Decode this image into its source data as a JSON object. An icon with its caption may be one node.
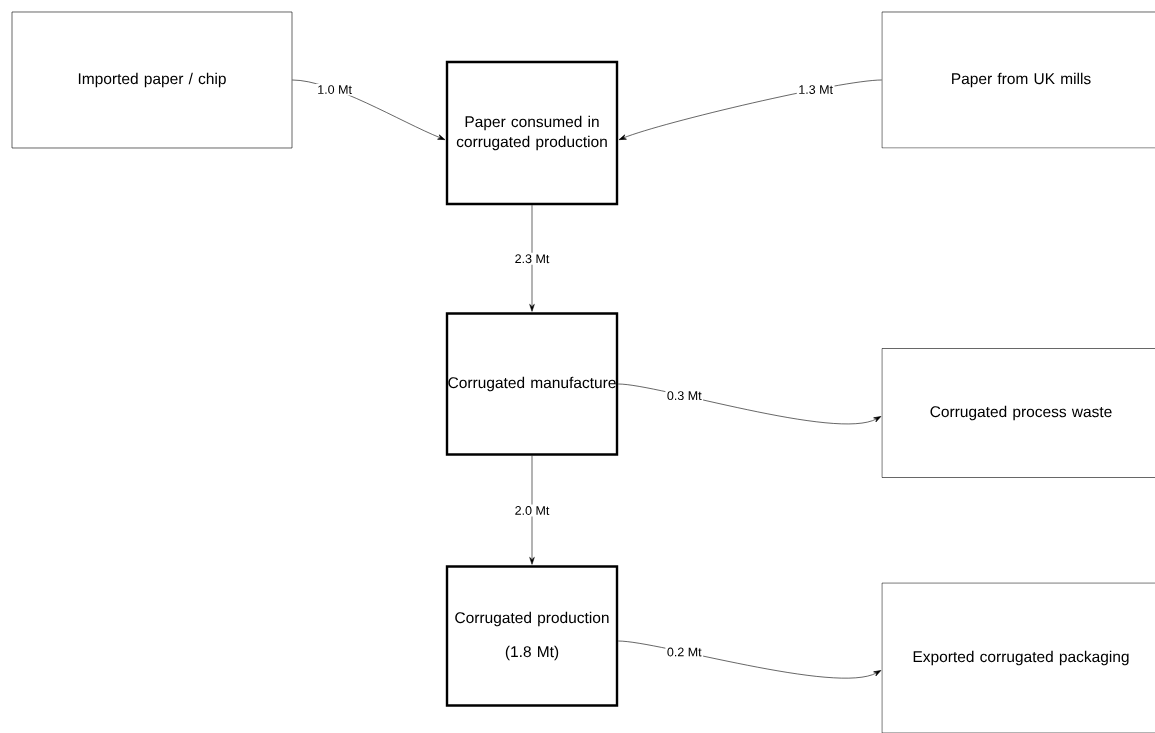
{
  "diagram": {
    "nodes": [
      {
        "text": [
          "Imported paper / chip"
        ]
      },
      {
        "text": [
          "Paper consumed in corrugated production"
        ]
      },
      {
        "text": [
          "Paper from UK mills"
        ]
      },
      {
        "text": [
          "Corrugated manufacture"
        ]
      },
      {
        "text": [
          "Corrugated process waste"
        ]
      },
      {
        "text": [
          "Corrugated production",
          "(1.8 Mt)"
        ]
      },
      {
        "text": [
          "Exported corrugated packaging"
        ]
      }
    ],
    "edges": [
      {
        "from": 0,
        "to": 1,
        "arrow": "to",
        "label": "1.0 Mt"
      },
      {
        "from": 2,
        "to": 1,
        "arrow": "to",
        "label": "1.3 Mt"
      },
      {
        "from": 1,
        "to": 3,
        "arrow": "to",
        "label": "2.3 Mt"
      },
      {
        "from": 3,
        "to": 4,
        "arrow": "to",
        "label": "0.3 Mt"
      },
      {
        "from": 3,
        "to": 5,
        "arrow": "to",
        "label": "2.0 Mt"
      },
      {
        "from": 5,
        "to": 6,
        "arrow": "to",
        "label": "0.2 Mt"
      }
    ]
  }
}
